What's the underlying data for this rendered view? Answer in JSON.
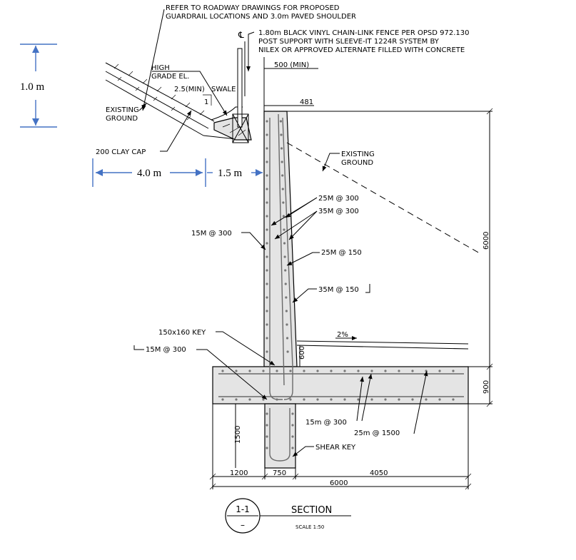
{
  "notes": {
    "roadway_line1": "REFER TO ROADWAY DRAWINGS FOR PROPOSED",
    "roadway_line2": "GUARDRAIL LOCATIONS AND 3.0m PAVED SHOULDER",
    "centerline": "℄",
    "fence_line1": "1.80m BLACK VINYL CHAIN-LINK FENCE PER OPSD 972.130",
    "fence_line2": "POST SUPPORT WITH SLEEVE-IT 1224R SYSTEM BY",
    "fence_line3": "NILEX OR APPROVED ALTERNATE FILLED WITH CONCRETE",
    "high_grade_1": "HIGH",
    "high_grade_2": "GRADE EL.",
    "slope_ratio": "2.5(MIN)",
    "slope_one": "1",
    "swale": "SWALE",
    "existing_ground_left_1": "EXISTING",
    "existing_ground_left_2": "GROUND",
    "clay_cap": "200 CLAY CAP",
    "existing_ground_right_1": "EXISTING",
    "existing_ground_right_2": "GROUND",
    "key": "150x160 KEY",
    "shear_key": "SHEAR KEY",
    "slope_pct": "2%"
  },
  "rebar": {
    "r1": "25M @ 300",
    "r2": "35M @ 300",
    "r3": "15M @ 300",
    "r4": "25M @ 150",
    "r5": "35M @ 150",
    "r6": "15M @ 300",
    "r7": "15m @ 300",
    "r8": "25m @ 1500"
  },
  "dims": {
    "d500": "500 (MIN)",
    "d481": "481",
    "d6000v": "6000",
    "d900": "900",
    "d600": "600",
    "d1500": "1500",
    "d1200": "1200",
    "d750": "750",
    "d4050": "4050",
    "d6000h": "6000"
  },
  "annotations": {
    "h_1m": "1.0 m",
    "w_4m": "4.0 m",
    "w_15m": "1.5 m"
  },
  "title": {
    "num": "1-1",
    "sub": "–",
    "label": "SECTION",
    "scale": "SCALE 1:50"
  }
}
